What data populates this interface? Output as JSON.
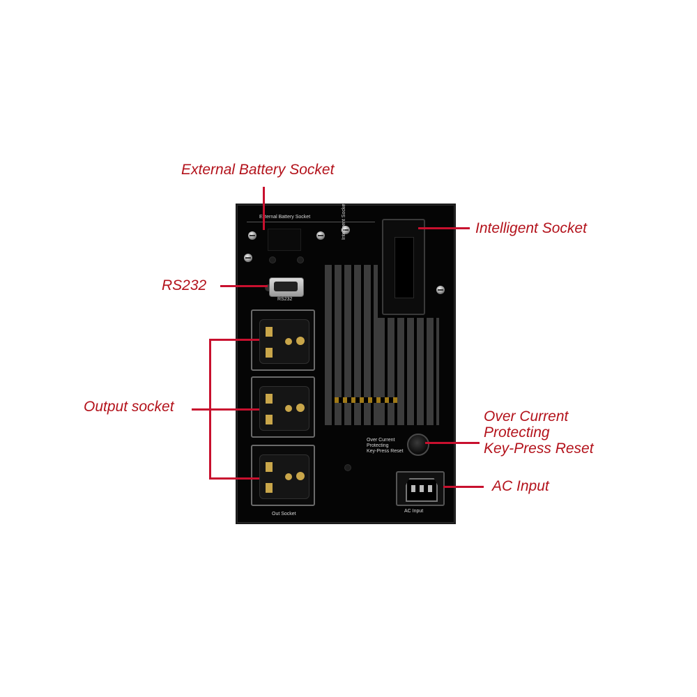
{
  "callouts": {
    "external_battery": "External Battery Socket",
    "intelligent": "Intelligent Socket",
    "rs232": "RS232",
    "output": "Output socket",
    "over_current": [
      "Over Current",
      "Protecting",
      "Key-Press Reset"
    ],
    "ac_input": "AC Input"
  },
  "panel_labels": {
    "external_battery": "External Battery Socket",
    "intelligent": "Intelligent Socket",
    "rs232": "RS232",
    "over_current": [
      "Over Current",
      "Protecting",
      "Key-Press Reset"
    ],
    "out_socket": "Out Socket",
    "ac_input": "AC Input"
  },
  "colors": {
    "callout_text": "#b3121b",
    "callout_line": "#c8102e",
    "unit_body": "#050505"
  }
}
